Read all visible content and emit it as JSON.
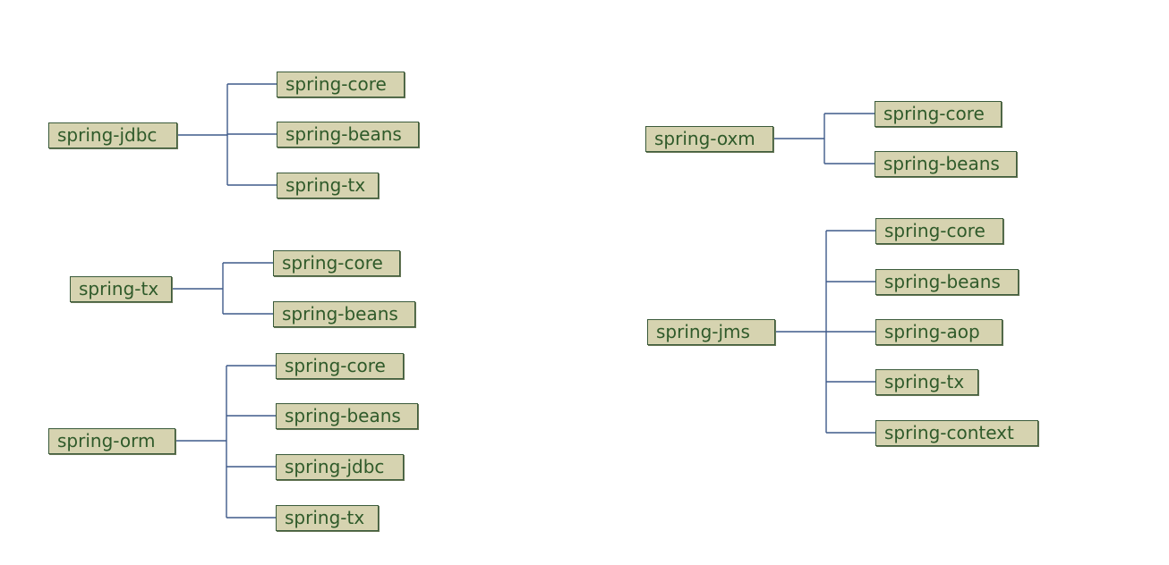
{
  "colors": {
    "node_fill": "#d6d3b0",
    "node_border": "#3a5a3a",
    "node_text": "#2f5a2a",
    "connector": "#3f5a8a"
  },
  "trees": [
    {
      "root": "spring-jdbc",
      "children": [
        "spring-core",
        "spring-beans",
        "spring-tx"
      ]
    },
    {
      "root": "spring-tx",
      "children": [
        "spring-core",
        "spring-beans"
      ]
    },
    {
      "root": "spring-orm",
      "children": [
        "spring-core",
        "spring-beans",
        "spring-jdbc",
        "spring-tx"
      ]
    },
    {
      "root": "spring-oxm",
      "children": [
        "spring-core",
        "spring-beans"
      ]
    },
    {
      "root": "spring-jms",
      "children": [
        "spring-core",
        "spring-beans",
        "spring-aop",
        "spring-tx",
        "spring-context"
      ]
    }
  ]
}
